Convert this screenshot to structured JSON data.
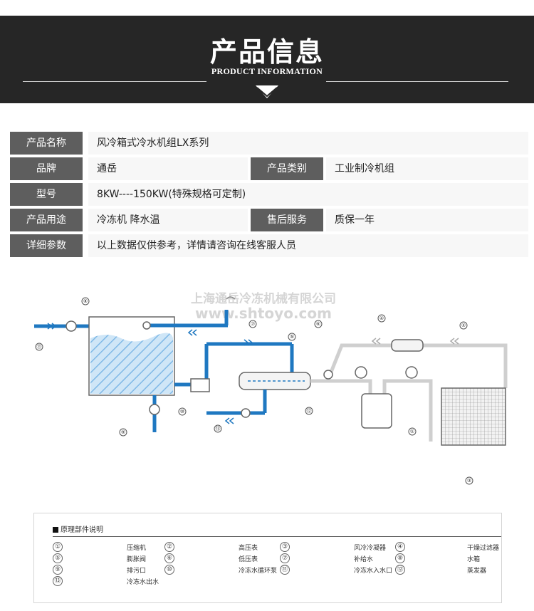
{
  "banner": {
    "title": "产品信息",
    "subtitle": "PRODUCT INFORMATION"
  },
  "spec": {
    "name_label": "产品名称",
    "name_value": "风冷箱式冷水机组LX系列",
    "brand_label": "品牌",
    "brand_value": "通岳",
    "category_label": "产品类别",
    "category_value": "工业制冷机组",
    "model_label": "型号",
    "model_value": "8KW----150KW(特殊规格可定制)",
    "usage_label": "产品用途",
    "usage_value": "冷冻机 降水温",
    "service_label": "售后服务",
    "service_value": "质保一年",
    "params_label": "详细参数",
    "params_value": "以上数据仅供参考，详情请咨询在线客服人员"
  },
  "diagram": {
    "watermark_company": "上海通岳冷冻机械有限公司",
    "watermark_url": "www.shtoyo.com",
    "callouts": [
      "⑧",
      "⑪",
      "⑨",
      "⑩",
      "⑦",
      "⑤",
      "⑥",
      "④",
      "②",
      "①",
      "⑫",
      "⑬",
      "③"
    ],
    "colors": {
      "water": "#1f78c1",
      "pipe": "#cfcfcf",
      "arrow": "#1f78c1"
    }
  },
  "legend": {
    "title": "原理部件说明",
    "items": [
      {
        "num": "①",
        "name": "压缩机"
      },
      {
        "num": "②",
        "name": "高压表"
      },
      {
        "num": "③",
        "name": "风冷冷凝器"
      },
      {
        "num": "④",
        "name": "干燥过滤器"
      },
      {
        "num": "⑤",
        "name": "膨胀阀"
      },
      {
        "num": "⑥",
        "name": "低压表"
      },
      {
        "num": "⑦",
        "name": "补给水"
      },
      {
        "num": "⑧",
        "name": "水箱"
      },
      {
        "num": "⑨",
        "name": "排污口"
      },
      {
        "num": "⑩",
        "name": "冷冻水循环泵"
      },
      {
        "num": "⑪",
        "name": "冷冻水入水口"
      },
      {
        "num": "⑫",
        "name": "蒸发器"
      },
      {
        "num": "⑬",
        "name": "冷冻水出水"
      }
    ]
  }
}
